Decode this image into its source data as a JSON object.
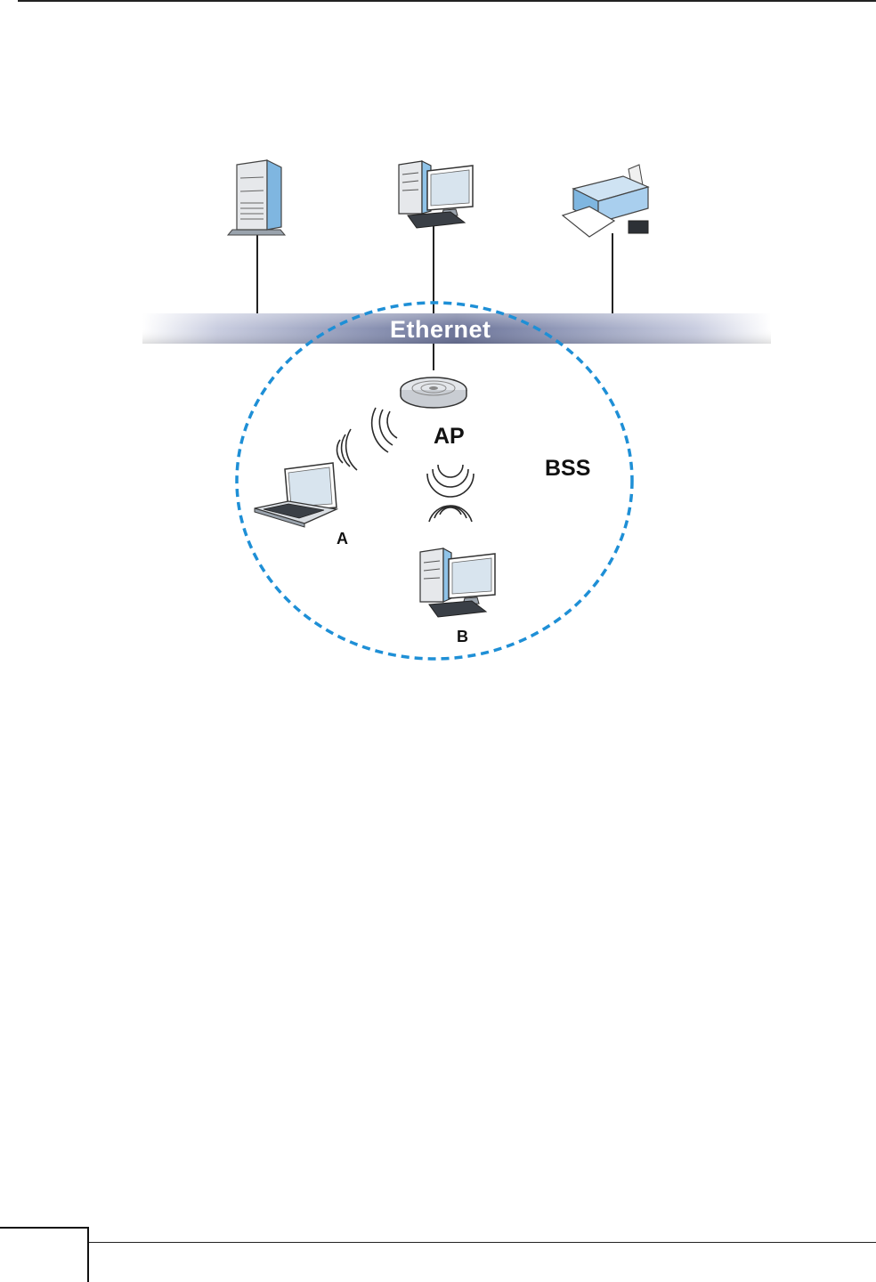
{
  "diagram": {
    "network_label": "Ethernet",
    "access_point_label": "AP",
    "bss_label": "BSS",
    "station_a_label": "A",
    "station_b_label": "B"
  },
  "colors": {
    "ethernet_band": "#7a85a8",
    "bss_circle": "#1e8fd6",
    "device_blue": "#8fc3e8",
    "device_gray": "#d9dde2"
  }
}
